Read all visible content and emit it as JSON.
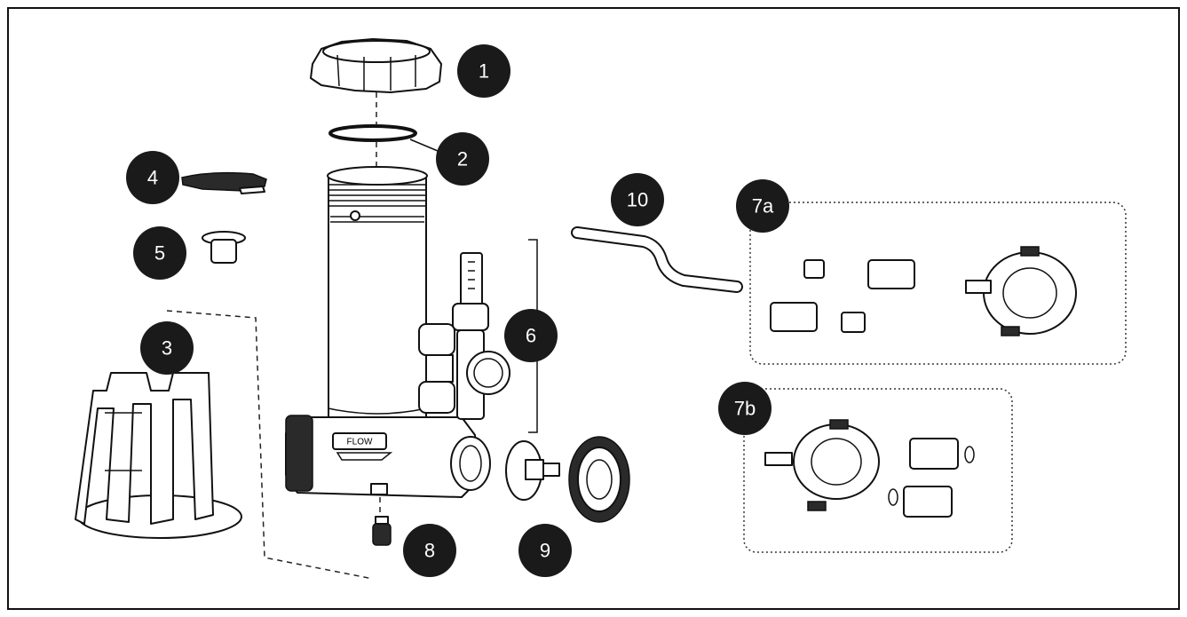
{
  "callouts": [
    {
      "id": "1",
      "label": "1"
    },
    {
      "id": "2",
      "label": "2"
    },
    {
      "id": "3",
      "label": "3"
    },
    {
      "id": "4",
      "label": "4"
    },
    {
      "id": "5",
      "label": "5"
    },
    {
      "id": "6",
      "label": "6"
    },
    {
      "id": "7a",
      "label": "7a"
    },
    {
      "id": "7b",
      "label": "7b"
    },
    {
      "id": "8",
      "label": "8"
    },
    {
      "id": "9",
      "label": "9"
    },
    {
      "id": "10",
      "label": "10"
    }
  ],
  "body_text": {
    "flow": "FLOW"
  },
  "colors": {
    "badge": "#1a1a1a",
    "line": "#111111",
    "background": "#ffffff"
  }
}
